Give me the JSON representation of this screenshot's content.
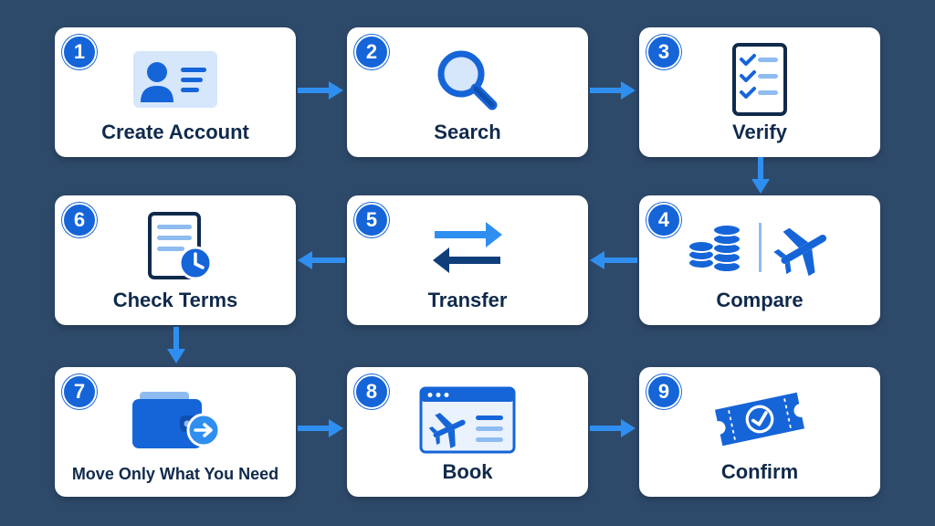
{
  "steps": [
    {
      "number": "1",
      "label": "Create Account"
    },
    {
      "number": "2",
      "label": "Search"
    },
    {
      "number": "3",
      "label": "Verify"
    },
    {
      "number": "4",
      "label": "Compare"
    },
    {
      "number": "5",
      "label": "Transfer"
    },
    {
      "number": "6",
      "label": "Check Terms"
    },
    {
      "number": "7",
      "label": "Move Only What You Need"
    },
    {
      "number": "8",
      "label": "Book"
    },
    {
      "number": "9",
      "label": "Confirm"
    }
  ],
  "colors": {
    "background": "#2e4a6b",
    "card": "#ffffff",
    "accent": "#1565d8",
    "arrow": "#2f8ff0",
    "light_blue": "#cfe2fb",
    "text": "#102a4c"
  },
  "icons": {
    "1": "id-card-icon",
    "2": "magnifier-icon",
    "3": "checklist-icon",
    "4": "coins-vs-plane-icon",
    "5": "transfer-arrows-icon",
    "6": "document-clock-icon",
    "7": "wallet-arrow-icon",
    "8": "booking-window-plane-icon",
    "9": "ticket-check-icon"
  }
}
